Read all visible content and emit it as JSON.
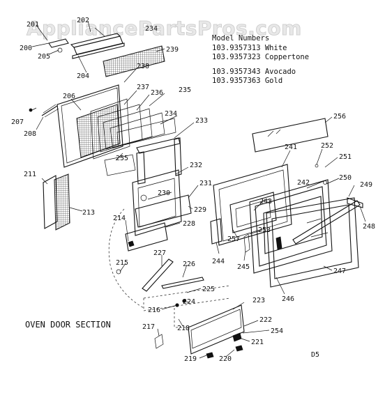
{
  "watermark": "AppliancePartsPros.com",
  "model_info": {
    "heading": "Model Numbers",
    "models": [
      "103.9357313 White",
      "103.9357323 Coppertone",
      "103.9357343 Avocado",
      "103.9357363 Gold"
    ]
  },
  "section_title": "OVEN DOOR SECTION",
  "page_code": "D5",
  "callouts": {
    "c200": "200",
    "c201": "201",
    "c202": "202",
    "c204": "204",
    "c205": "205",
    "c206": "206",
    "c207": "207",
    "c208": "208",
    "c211": "211",
    "c213": "213",
    "c214": "214",
    "c215": "215",
    "c216": "216",
    "c217": "217",
    "c218": "218",
    "c219": "219",
    "c220": "220",
    "c221": "221",
    "c222": "222",
    "c223": "223",
    "c224": "224",
    "c225": "225",
    "c226": "226",
    "c227": "227",
    "c228": "228",
    "c229": "229",
    "c230": "230",
    "c231": "231",
    "c232": "232",
    "c233": "233",
    "c234": "234",
    "c235": "235",
    "c236": "236",
    "c237": "237",
    "c238": "238",
    "c239": "239",
    "c241": "241",
    "c242": "242",
    "c243": "243",
    "c244": "244",
    "c245": "245",
    "c246": "246",
    "c247": "247",
    "c248": "248",
    "c249": "249",
    "c250": "250",
    "c251": "251",
    "c252": "252",
    "c253": "253",
    "c254": "254",
    "c255": "255",
    "c256": "256",
    "c257": "257",
    "c234b": "234"
  }
}
